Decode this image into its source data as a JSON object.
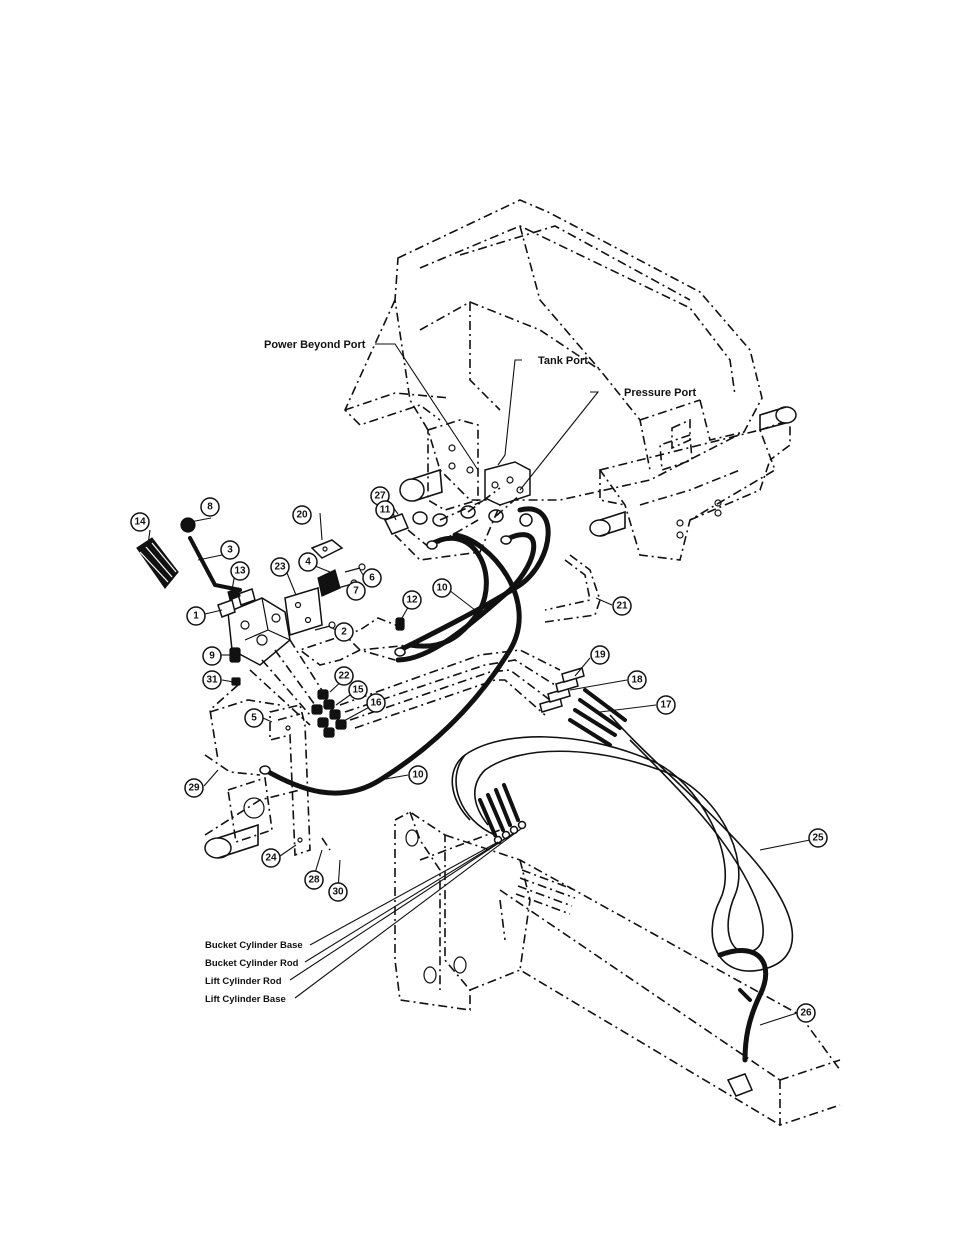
{
  "port_labels": {
    "power_beyond": "Power Beyond Port",
    "tank": "Tank Port",
    "pressure": "Pressure Port"
  },
  "hose_labels": {
    "bucket_base": "Bucket Cylinder Base",
    "bucket_rod": "Bucket Cylinder Rod",
    "lift_rod": "Lift Cylinder Rod",
    "lift_base": "Lift Cylinder Base"
  },
  "callouts": {
    "c1": "1",
    "c2": "2",
    "c3": "3",
    "c4": "4",
    "c5": "5",
    "c6": "6",
    "c7": "7",
    "c8": "8",
    "c9": "9",
    "c10a": "10",
    "c10b": "10",
    "c11": "11",
    "c12": "12",
    "c13": "13",
    "c14": "14",
    "c15": "15",
    "c16": "16",
    "c17": "17",
    "c18": "18",
    "c19": "19",
    "c20": "20",
    "c21": "21",
    "c22": "22",
    "c23": "23",
    "c24": "24",
    "c25": "25",
    "c26": "26",
    "c27": "27",
    "c28": "28",
    "c29": "29",
    "c30": "30",
    "c31": "31"
  }
}
